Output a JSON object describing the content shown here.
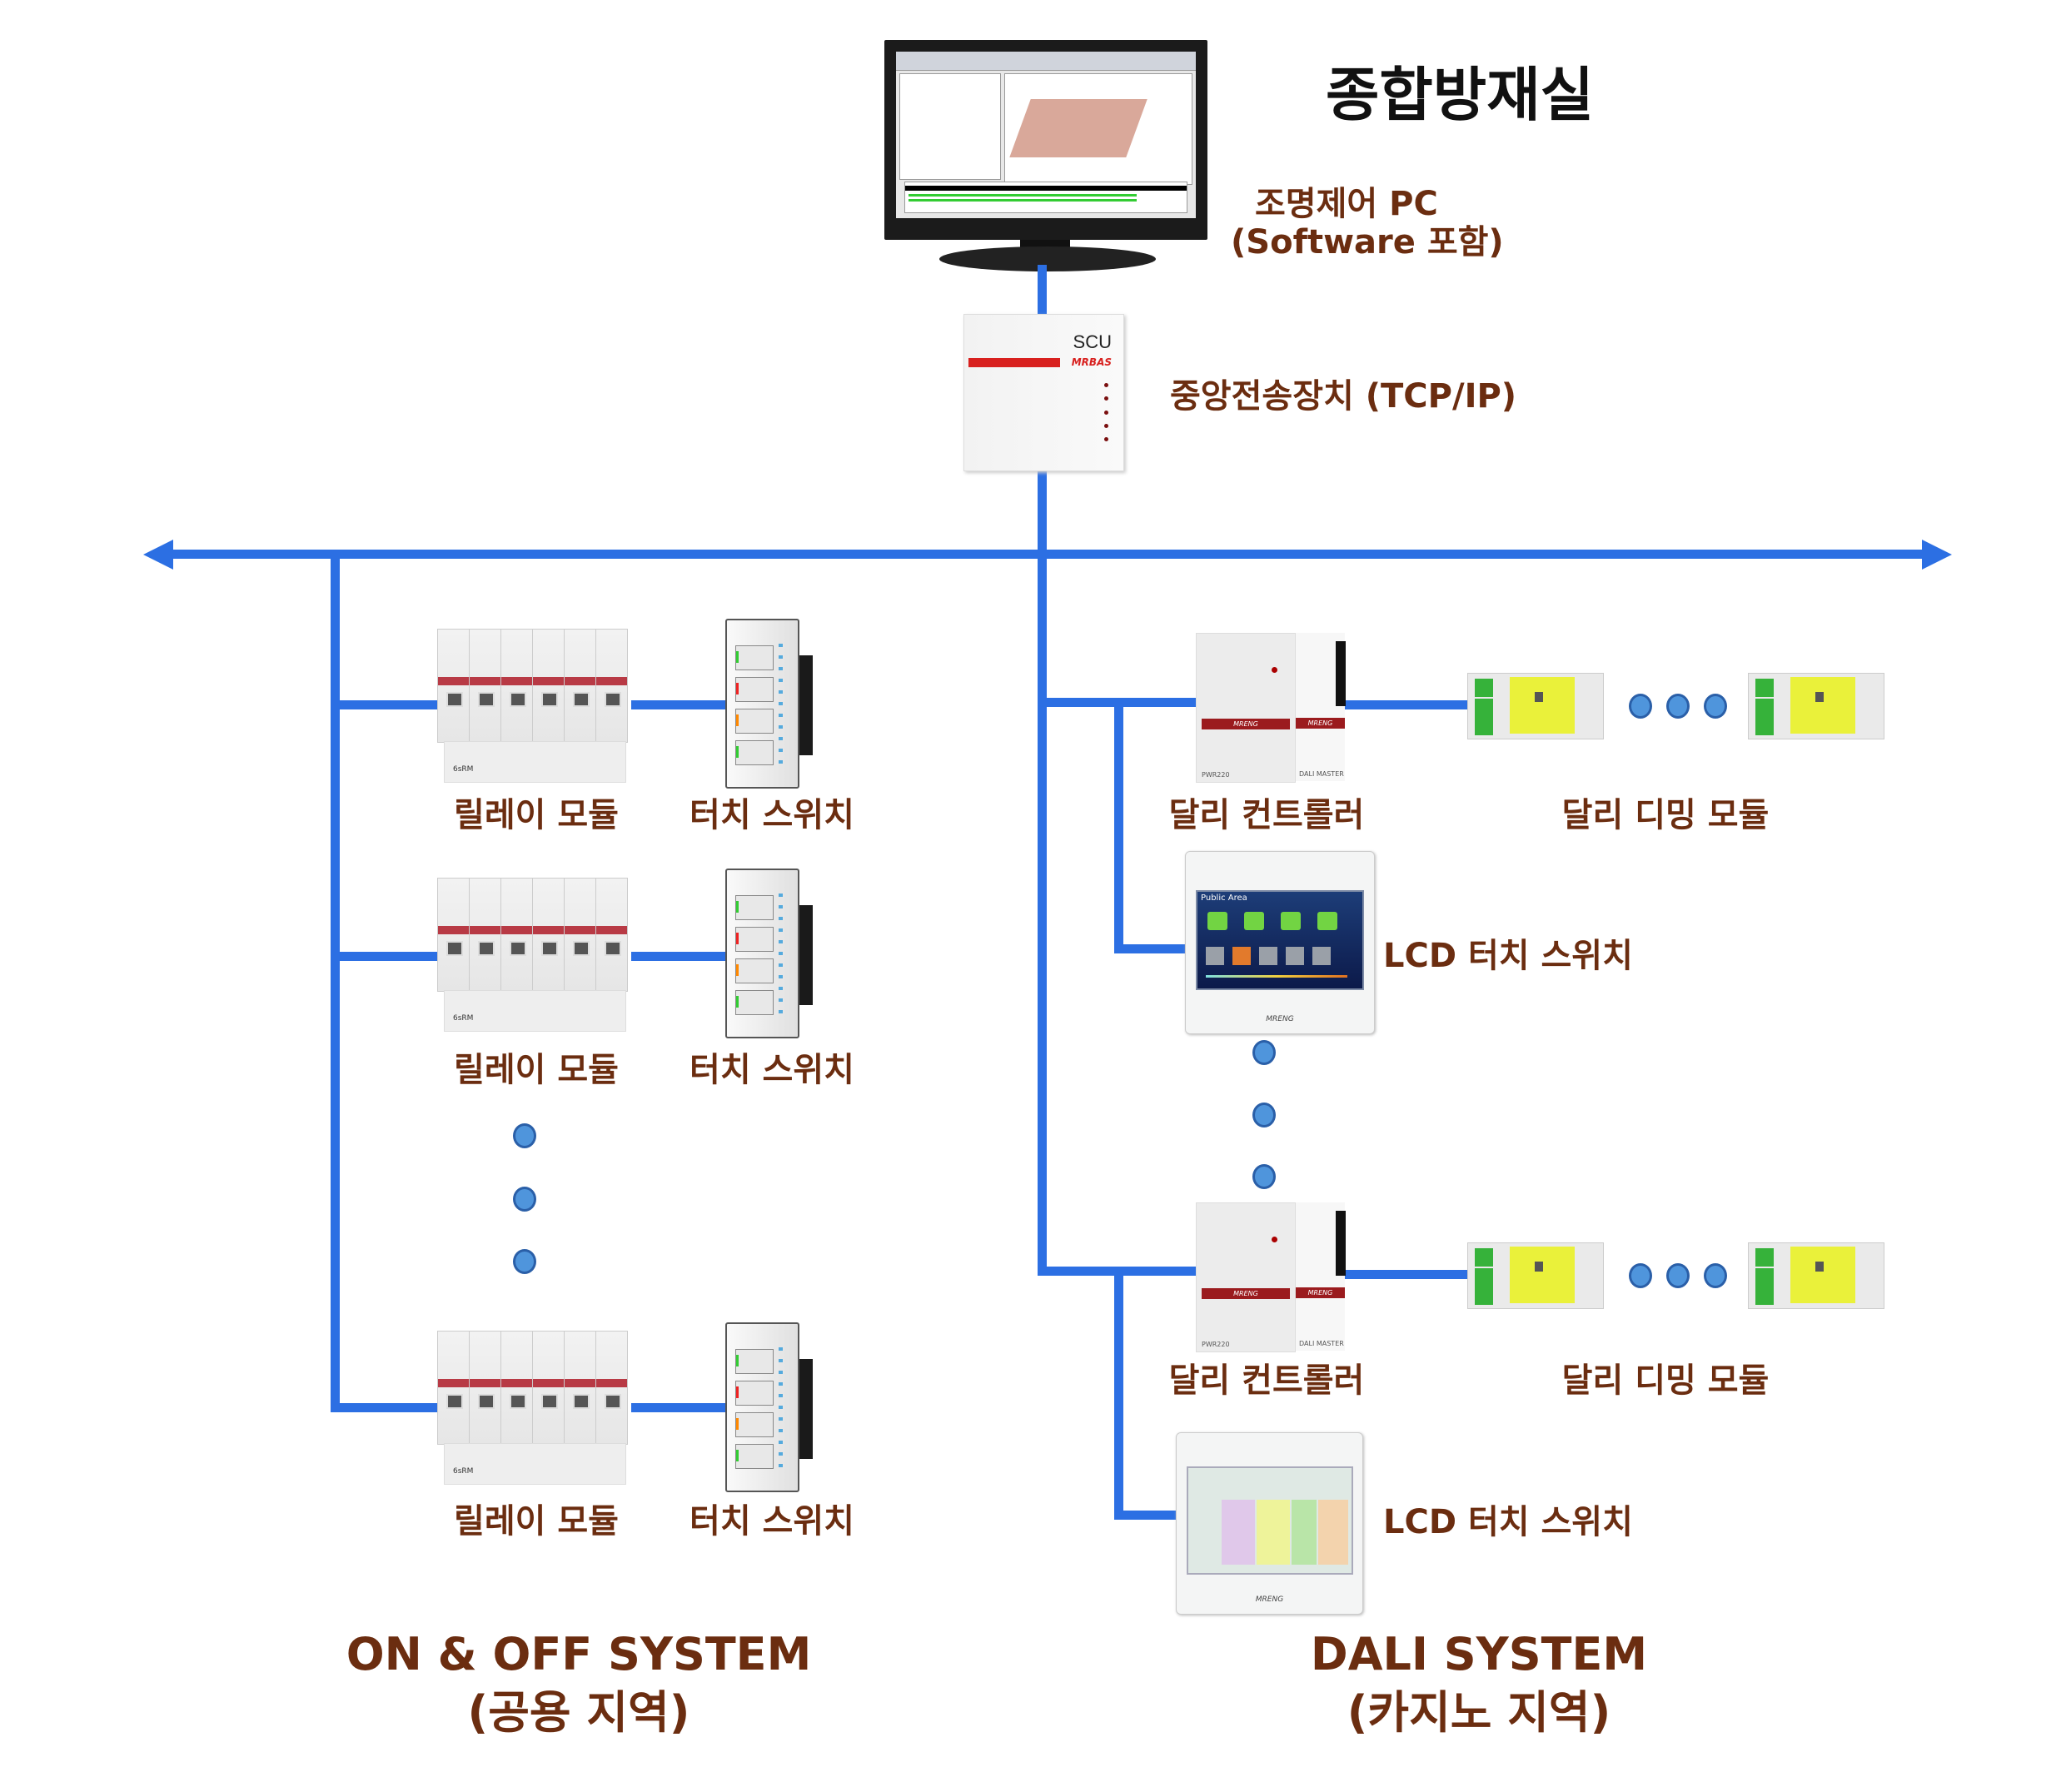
{
  "header": {
    "title": "종합방재실"
  },
  "pc": {
    "label_line1": "조명제어 PC",
    "label_line2": "(Software 포함)"
  },
  "scu": {
    "device_text": "SCU",
    "brand": "MRBAS",
    "label": "중앙전송장치 (TCP/IP)"
  },
  "on_off_system": {
    "rows": [
      {
        "relay_label": "릴레이 모듈",
        "switch_label": "터치 스위치"
      },
      {
        "relay_label": "릴레이 모듈",
        "switch_label": "터치 스위치"
      },
      {
        "relay_label": "릴레이 모듈",
        "switch_label": "터치 스위치"
      }
    ],
    "relay_model": "6sRM",
    "title": "ON & OFF SYSTEM",
    "subtitle": "(공용 지역)"
  },
  "dali_system": {
    "groups": [
      {
        "controller_label": "달리 컨트롤러",
        "dimming_label": "달리 디밍 모듈",
        "lcd_label": "LCD 터치 스위치",
        "lcd_screen_title": "Public Area"
      },
      {
        "controller_label": "달리 컨트롤러",
        "dimming_label": "달리 디밍 모듈",
        "lcd_label": "LCD 터치 스위치"
      }
    ],
    "controller_brand": "MRENG",
    "lcd_brand": "MRENG",
    "controller_model_left": "PWR220",
    "controller_model_right": "DALI MASTER",
    "title": "DALI SYSTEM",
    "subtitle": "(카지노 지역)"
  },
  "colors": {
    "bus": "#2c6fe3",
    "label_text": "#6b2d10",
    "dot": "#4f95dc"
  }
}
